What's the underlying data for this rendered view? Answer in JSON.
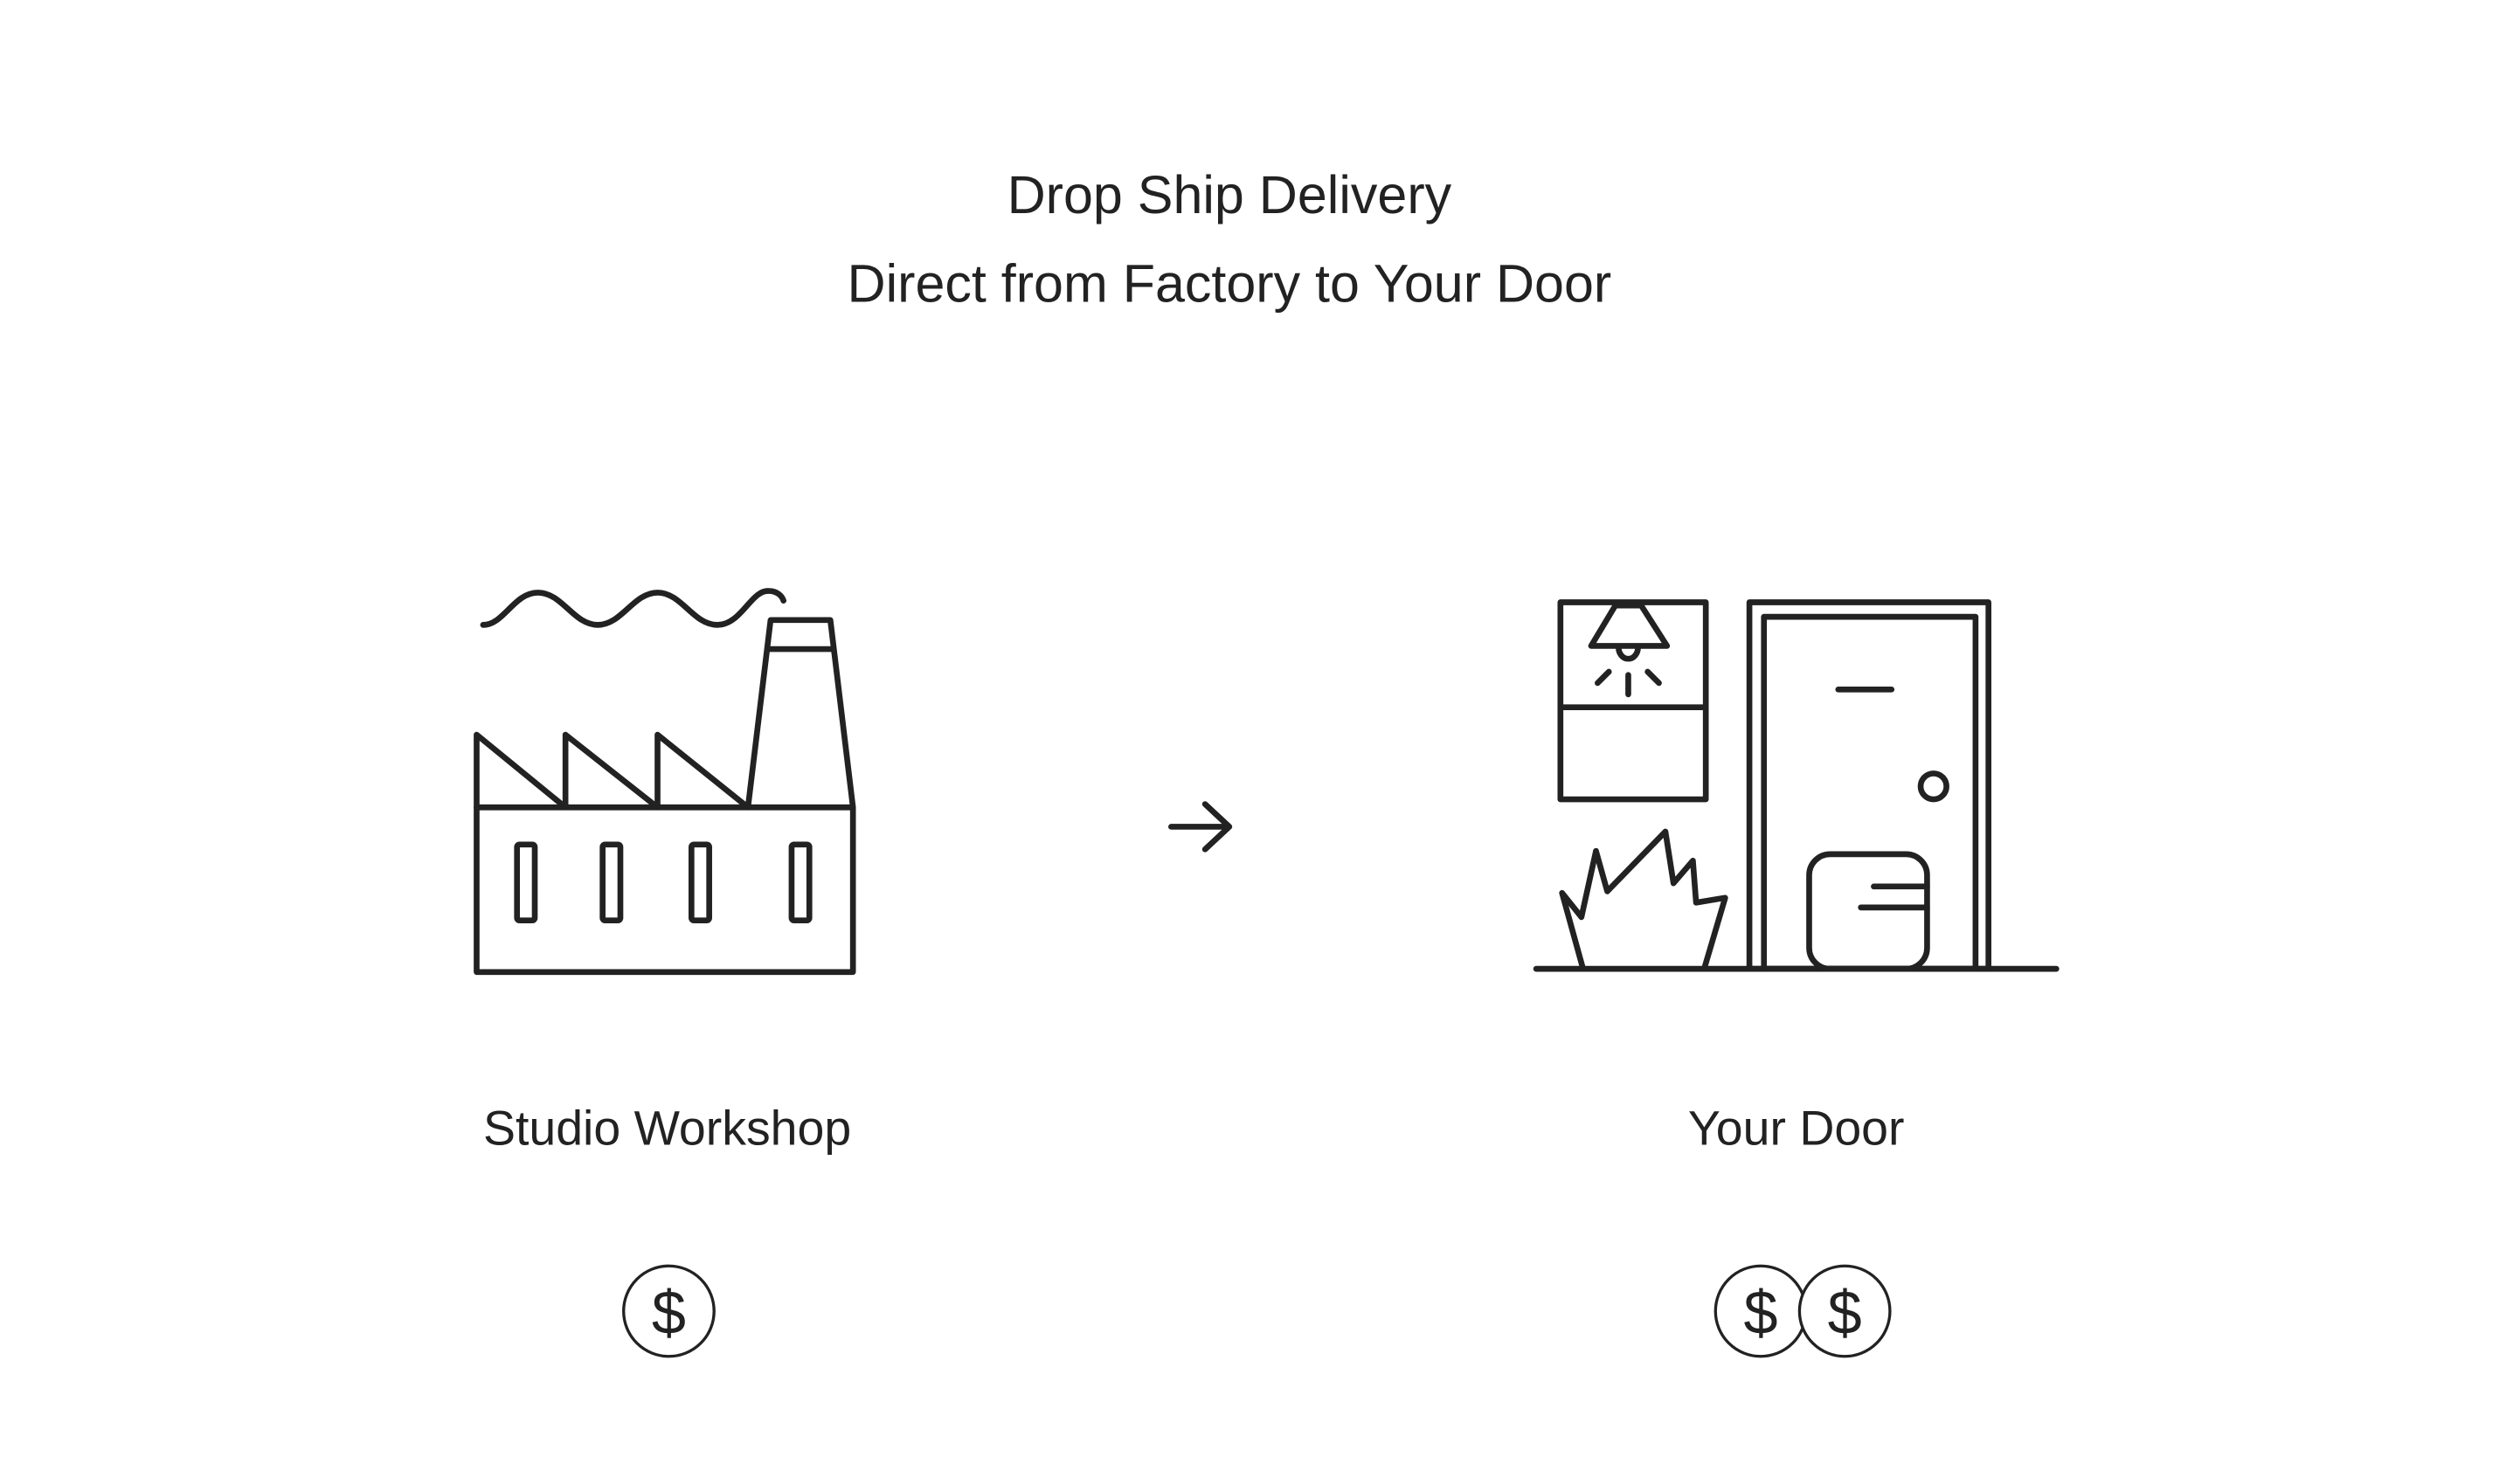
{
  "header": {
    "title": "Drop Ship Delivery",
    "subtitle": "Direct from Factory to Your Door"
  },
  "stages": [
    {
      "label": "Studio Workshop",
      "icon": "factory-icon",
      "cost_symbol": "$",
      "cost_count": 1
    },
    {
      "label": "Your Door",
      "icon": "front-door-icon",
      "cost_symbol": "$",
      "cost_count": 2
    }
  ],
  "connector": {
    "icon": "arrow-right-icon"
  },
  "colors": {
    "ink": "#222222",
    "background": "#ffffff"
  }
}
